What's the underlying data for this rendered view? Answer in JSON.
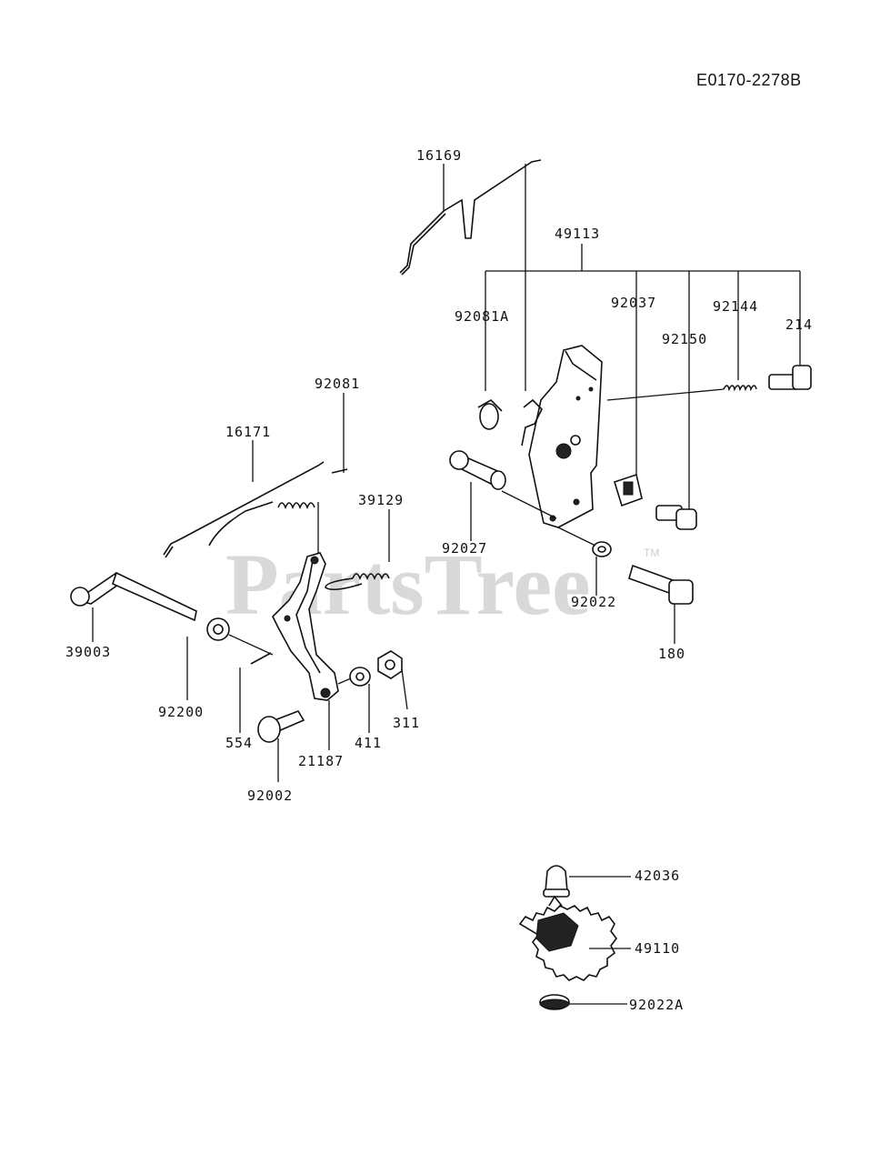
{
  "diagram_code": "E0170-2278B",
  "watermark": {
    "text": "PartsTree",
    "trademark": "TM"
  },
  "parts": {
    "p16169": "16169",
    "p49113": "49113",
    "p92081A": "92081A",
    "p92037": "92037",
    "p92144": "92144",
    "p214": "214",
    "p92150": "92150",
    "p92081": "92081",
    "p16171": "16171",
    "p39129": "39129",
    "p92027": "92027",
    "p92022": "92022",
    "p180": "180",
    "p39003": "39003",
    "p92200": "92200",
    "p311": "311",
    "p411": "411",
    "p554": "554",
    "p21187": "21187",
    "p92002": "92002",
    "p42036": "42036",
    "p49110": "49110",
    "p92022A": "92022A"
  }
}
